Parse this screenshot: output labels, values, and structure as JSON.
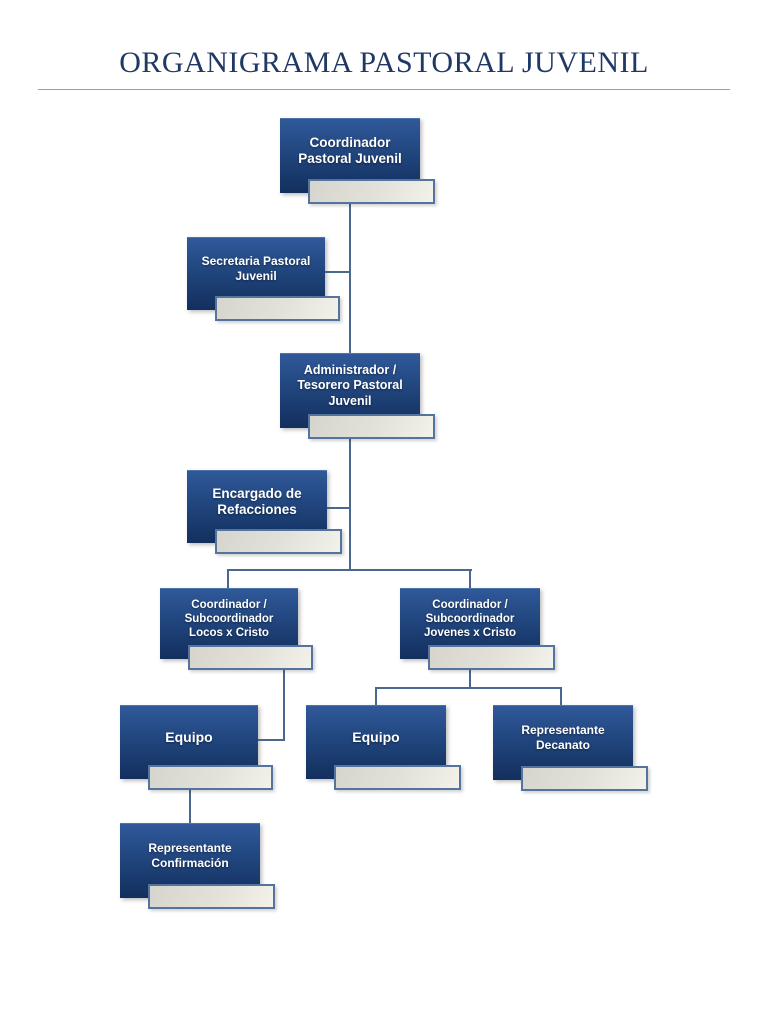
{
  "page": {
    "title": "ORGANIGRAMA PASTORAL JUVENIL"
  },
  "colors": {
    "title_text": "#1f3864",
    "rule_line": "#7da7cb",
    "box_top": "#30599a",
    "box_bottom": "#132f5e",
    "label_text": "#ffffff",
    "tray_border": "#54739e",
    "tray_fill": "#f3f2ea",
    "connector": "#4a688f"
  },
  "nodes": [
    {
      "id": "coordinador-pastoral-juvenil",
      "label": [
        "Coordinador",
        "Pastoral Juvenil"
      ]
    },
    {
      "id": "secretaria-pastoral-juvenil",
      "label": [
        "Secretaria Pastoral",
        "Juvenil"
      ]
    },
    {
      "id": "administrador-tesorero",
      "label": [
        "Administrador /",
        "Tesorero Pastoral",
        "Juvenil"
      ]
    },
    {
      "id": "encargado-refacciones",
      "label": [
        "Encargado de",
        "Refacciones"
      ]
    },
    {
      "id": "coordinador-locos-x-cristo",
      "label": [
        "Coordinador /",
        "Subcoordinador",
        "Locos x Cristo"
      ]
    },
    {
      "id": "coordinador-jovenes-x-cristo",
      "label": [
        "Coordinador /",
        "Subcoordinador",
        "Jovenes x Cristo"
      ]
    },
    {
      "id": "equipo-locos",
      "label": "Equipo"
    },
    {
      "id": "equipo-jovenes",
      "label": "Equipo"
    },
    {
      "id": "representante-decanato",
      "label": [
        "Representante",
        "Decanato"
      ]
    },
    {
      "id": "representante-confirmacion",
      "label": [
        "Representante",
        "Confirmación"
      ]
    }
  ]
}
